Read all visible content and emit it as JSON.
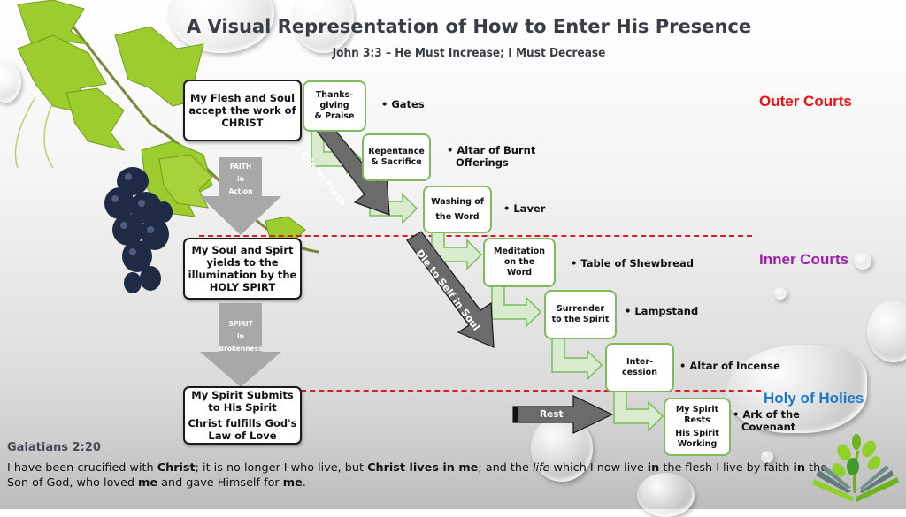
{
  "header": {
    "title": "A Visual Representation of How to Enter His Presence",
    "subtitle": "John 3:3 – He Must Increase; I Must Decrease"
  },
  "left_column": {
    "box1": {
      "lines": [
        "My Flesh and Soul",
        "accept the work of",
        "CHRIST"
      ]
    },
    "arrow1": {
      "lines": [
        "FAITH",
        "in",
        "Action"
      ]
    },
    "box2": {
      "lines": [
        "My Soul  and Spirt",
        "yields to the",
        "illumination by the",
        "HOLY SPIRT"
      ]
    },
    "arrow2": {
      "lines": [
        "SPIRIT",
        "in",
        "Brokenness"
      ]
    },
    "box3": {
      "lines": [
        "My Spirit Submits",
        "to  His Spirit",
        "Christ fulfills God's",
        "Law of Love"
      ]
    }
  },
  "diagonal_arrows": {
    "flesh": "Die to Flesh",
    "soul": "Die to Self in Soul",
    "rest": "Rest"
  },
  "steps": [
    {
      "lines": [
        "Thanks-",
        "giving",
        "& Praise"
      ],
      "furniture": [
        "• Gates"
      ]
    },
    {
      "lines": [
        "Repentance",
        "& Sacrifice"
      ],
      "furniture": [
        "• Altar of Burnt",
        "Offerings"
      ]
    },
    {
      "lines": [
        "Washing of",
        "the Word"
      ],
      "furniture": [
        "• Laver"
      ]
    },
    {
      "lines": [
        "Meditation",
        "on the",
        "Word"
      ],
      "furniture": [
        "• Table of Shewbread"
      ]
    },
    {
      "lines": [
        "Surrender",
        "to the Spirit"
      ],
      "furniture": [
        "• Lampstand"
      ]
    },
    {
      "lines": [
        "Inter-",
        "cession"
      ],
      "furniture": [
        "• Altar of Incense"
      ]
    },
    {
      "lines": [
        "My Spirit",
        "Rests",
        "His Spirit",
        "Working"
      ],
      "furniture": [
        "• Ark of the",
        "Covenant"
      ]
    }
  ],
  "courts": {
    "outer": {
      "label": "Outer Courts",
      "color": "#ee1111"
    },
    "inner": {
      "label": "Inner Courts",
      "color": "#9b1fa8"
    },
    "holy": {
      "label": "Holy of Holies",
      "color": "#1e78c8"
    }
  },
  "verse": {
    "reference": "Galatians 2:20",
    "segments": [
      {
        "t": "I have been crucified with ",
        "s": "n"
      },
      {
        "t": "Christ",
        "s": "b"
      },
      {
        "t": "; it is no longer I who live, but ",
        "s": "n"
      },
      {
        "t": "Christ lives in me",
        "s": "b"
      },
      {
        "t": "; and the ",
        "s": "n"
      },
      {
        "t": "life",
        "s": "i"
      },
      {
        "t": " which I now live ",
        "s": "n"
      },
      {
        "t": "in",
        "s": "b"
      },
      {
        "t": " the flesh I live by faith ",
        "s": "n"
      },
      {
        "t": "in",
        "s": "b"
      },
      {
        "t": " the Son of God, who loved ",
        "s": "n"
      },
      {
        "t": "me",
        "s": "b"
      },
      {
        "t": " and gave Himself for ",
        "s": "n"
      },
      {
        "t": "me",
        "s": "b"
      },
      {
        "t": ".",
        "s": "n"
      }
    ]
  },
  "colors": {
    "green_border": "#7dbb5c",
    "green_fill": "#d9ecd0",
    "dash_red": "#d42020",
    "dark_arrow": "#6b6b6b",
    "gray_arrow": "#a8a8a8"
  }
}
